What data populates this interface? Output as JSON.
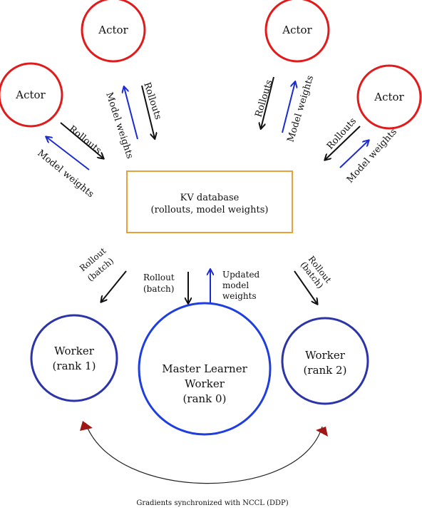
{
  "actors": [
    {
      "label": "Actor"
    },
    {
      "label": "Actor"
    },
    {
      "label": "Actor"
    },
    {
      "label": "Actor"
    }
  ],
  "arrows": {
    "rollouts": "Rollouts",
    "model_weights": "Model weights"
  },
  "database": {
    "line1": "KV database",
    "line2": "(rollouts, model weights)"
  },
  "batch_labels": {
    "rollout": "Rollout",
    "batch": "(batch)",
    "updated_1": "Updated",
    "updated_2": "model",
    "updated_3": "weights"
  },
  "workers": {
    "rank1_line1": "Worker",
    "rank1_line2": "(rank 1)",
    "rank2_line1": "Worker",
    "rank2_line2": "(rank 2)",
    "master_line1": "Master Learner",
    "master_line2": "Worker",
    "master_line3": "(rank 0)"
  },
  "sync_label": "Gradients synchronized with NCCL (DDP)",
  "colors": {
    "actor": "#e11b1b",
    "rollout_arrow": "#111111",
    "weights_arrow": "#1a2bd6",
    "database_border": "#e8a13a",
    "worker": "#2b34a8",
    "master": "#1f3ee0",
    "sync_arrowhead": "#a01616"
  }
}
